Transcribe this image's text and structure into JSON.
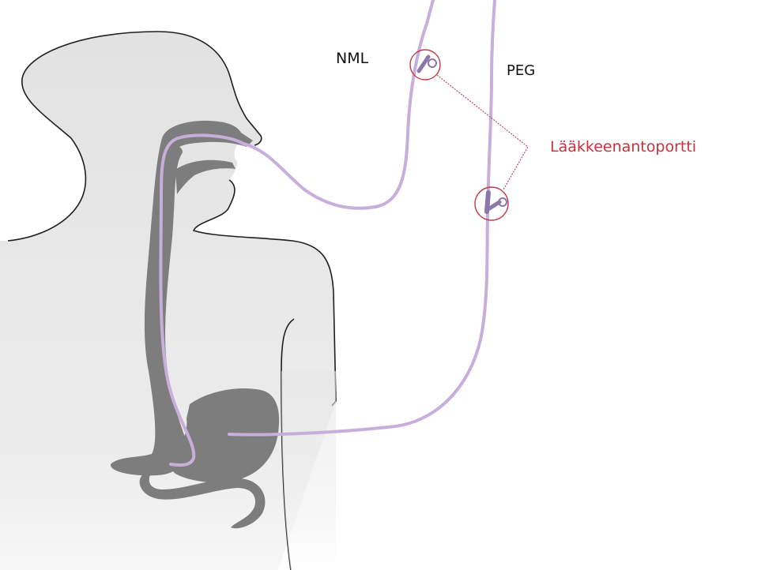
{
  "labels": {
    "nml": "NML",
    "peg": "PEG",
    "port": "Lääkkeenantoportti"
  },
  "colors": {
    "tube": "#c7aedb",
    "tube_port_fill": "#8a78a8",
    "port_marker": "#c23a4a",
    "port_text": "#c8323c",
    "body_fill": "#e6e6e6",
    "body_outline": "#1e1e1e",
    "gi_tract": "#7d7d7d",
    "label_text": "#111111"
  }
}
